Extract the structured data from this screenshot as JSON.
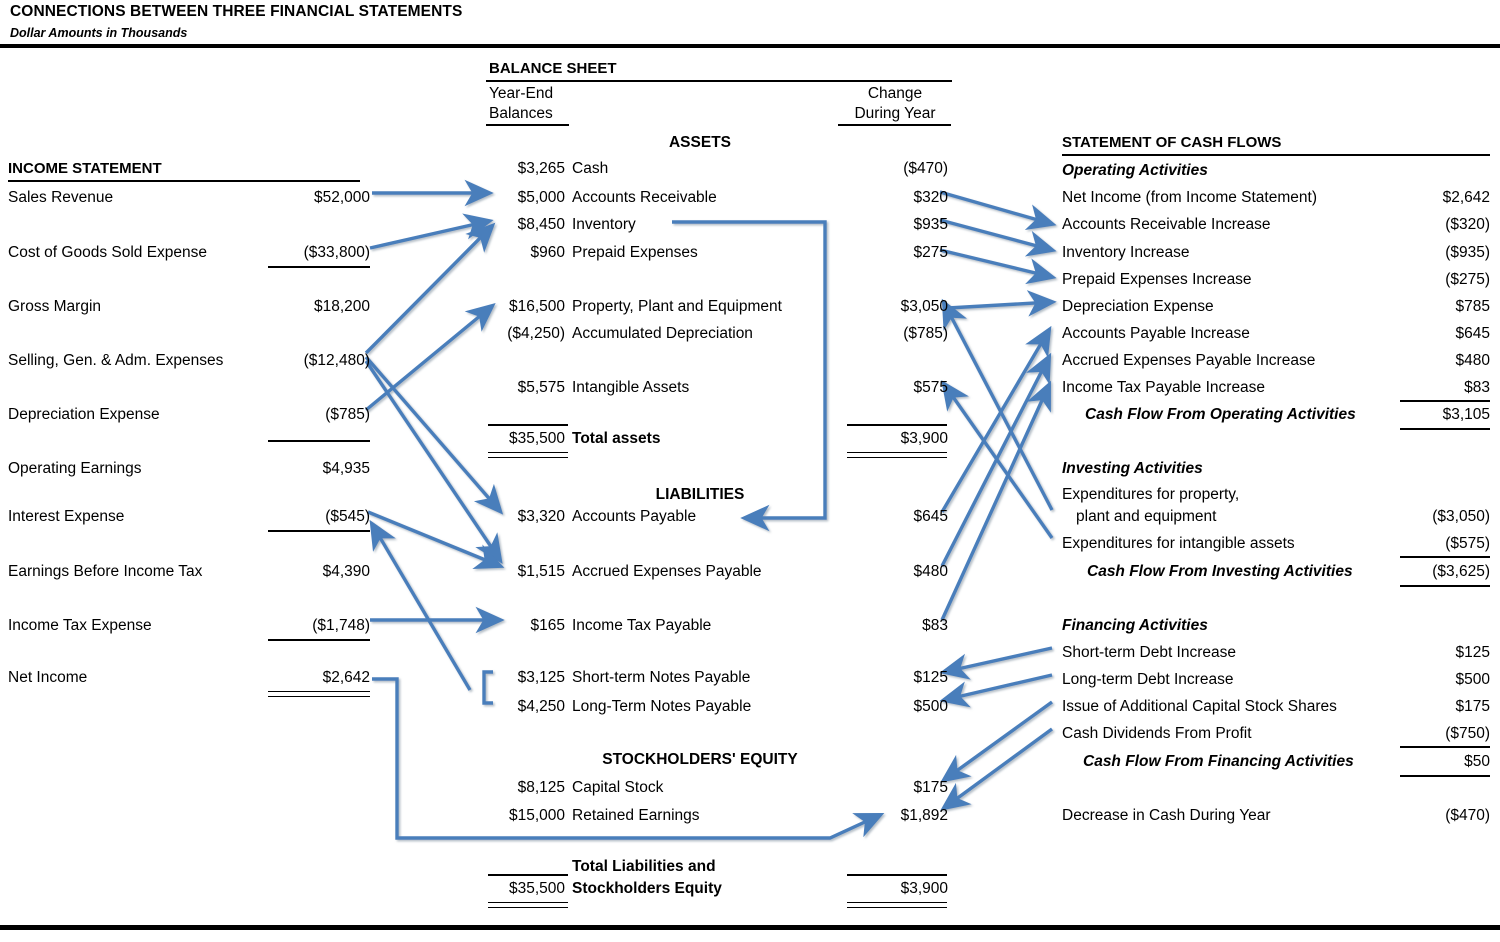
{
  "header": {
    "title": "CONNECTIONS BETWEEN THREE FINANCIAL STATEMENTS",
    "subtitle": "Dollar Amounts in Thousands"
  },
  "income_statement": {
    "heading": "INCOME STATEMENT",
    "rows": [
      {
        "label": "Sales Revenue",
        "value": "$52,000"
      },
      {
        "label": "Cost of Goods Sold Expense",
        "value": "($33,800)"
      },
      {
        "label": "Gross Margin",
        "value": "$18,200"
      },
      {
        "label": "Selling, Gen. & Adm. Expenses",
        "value": "($12,480)"
      },
      {
        "label": "Depreciation Expense",
        "value": "($785)"
      },
      {
        "label": "Operating Earnings",
        "value": "$4,935"
      },
      {
        "label": "Interest Expense",
        "value": "($545)"
      },
      {
        "label": "Earnings Before Income Tax",
        "value": "$4,390"
      },
      {
        "label": "Income Tax Expense",
        "value": "($1,748)"
      },
      {
        "label": "Net Income",
        "value": "$2,642"
      }
    ]
  },
  "balance_sheet": {
    "heading": "BALANCE SHEET",
    "col_balance_line1": "Year-End",
    "col_balance_line2": "Balances",
    "col_change_line1": "Change",
    "col_change_line2": "During Year",
    "assets_heading": "ASSETS",
    "liabilities_heading": "LIABILITIES",
    "equity_heading": "STOCKHOLDERS' EQUITY",
    "assets": [
      {
        "balance": "$3,265",
        "label": "Cash",
        "change": "($470)"
      },
      {
        "balance": "$5,000",
        "label": "Accounts Receivable",
        "change": "$320"
      },
      {
        "balance": "$8,450",
        "label": "Inventory",
        "change": "$935"
      },
      {
        "balance": "$960",
        "label": "Prepaid Expenses",
        "change": "$275"
      },
      {
        "balance": "$16,500",
        "label": "Property, Plant and Equipment",
        "change": "$3,050"
      },
      {
        "balance": "($4,250)",
        "label": "Accumulated Depreciation",
        "change": "($785)"
      },
      {
        "balance": "$5,575",
        "label": "Intangible Assets",
        "change": "$575"
      }
    ],
    "total_assets": {
      "balance": "$35,500",
      "label": "Total assets",
      "change": "$3,900"
    },
    "liabilities": [
      {
        "balance": "$3,320",
        "label": "Accounts Payable",
        "change": "$645"
      },
      {
        "balance": "$1,515",
        "label": "Accrued Expenses Payable",
        "change": "$480"
      },
      {
        "balance": "$165",
        "label": "Income Tax Payable",
        "change": "$83"
      },
      {
        "balance": "$3,125",
        "label": "Short-term Notes Payable",
        "change": "$125"
      },
      {
        "balance": "$4,250",
        "label": "Long-Term Notes Payable",
        "change": "$500"
      }
    ],
    "equity": [
      {
        "balance": "$8,125",
        "label": "Capital Stock",
        "change": "$175"
      },
      {
        "balance": "$15,000",
        "label": "Retained Earnings",
        "change": "$1,892"
      }
    ],
    "total_liab_equity": {
      "balance": "$35,500",
      "label_line1": "Total Liabilities and",
      "label_line2": "Stockholders Equity",
      "change": "$3,900"
    }
  },
  "cash_flows": {
    "heading": "STATEMENT OF CASH FLOWS",
    "operating": {
      "heading": "Operating Activities",
      "rows": [
        {
          "label": "Net Income (from Income Statement)",
          "value": "$2,642"
        },
        {
          "label": "Accounts Receivable Increase",
          "value": "($320)"
        },
        {
          "label": "Inventory Increase",
          "value": "($935)"
        },
        {
          "label": "Prepaid Expenses Increase",
          "value": "($275)"
        },
        {
          "label": "Depreciation Expense",
          "value": "$785"
        },
        {
          "label": "Accounts Payable Increase",
          "value": "$645"
        },
        {
          "label": "Accrued Expenses Payable Increase",
          "value": "$480"
        },
        {
          "label": "Income Tax Payable Increase",
          "value": "$83"
        }
      ],
      "total_label": "Cash Flow From Operating Activities",
      "total_value": "$3,105"
    },
    "investing": {
      "heading": "Investing Activities",
      "rows": [
        {
          "label_line1": "Expenditures for property,",
          "label_line2": "plant and equipment",
          "value": "($3,050)"
        },
        {
          "label_line1": "Expenditures for intangible assets",
          "label_line2": "",
          "value": "($575)"
        }
      ],
      "total_label": "Cash Flow From Investing Activities",
      "total_value": "($3,625)"
    },
    "financing": {
      "heading": "Financing Activities",
      "rows": [
        {
          "label": "Short-term Debt Increase",
          "value": "$125"
        },
        {
          "label": "Long-term Debt Increase",
          "value": "$500"
        },
        {
          "label": "Issue of Additional Capital Stock Shares",
          "value": "$175"
        },
        {
          "label": "Cash Dividends From Profit",
          "value": "($750)"
        }
      ],
      "total_label": "Cash Flow From Financing Activities",
      "total_value": "$50"
    },
    "net_change": {
      "label": "Decrease in Cash During Year",
      "value": "($470)"
    }
  },
  "colors": {
    "arrow": "#4a7ebb",
    "text": "#000000",
    "background": "#ffffff"
  }
}
